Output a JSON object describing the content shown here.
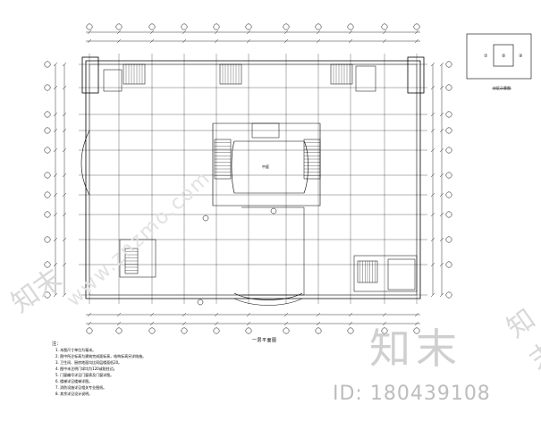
{
  "drawing": {
    "plan_title": "一层平面图",
    "center_label": "中庭",
    "notes_title": "注：",
    "notes": [
      "1. 本图尺寸单位为毫米。",
      "2. 图中所注标高为建筑完成面标高，结构标高另详结施。",
      "3. 卫生间、厨房地面均比同层楼面低20。",
      "4. 图中未注明门垛均为120或贴柱边。",
      "5. 门窗编号详见门窗表及门窗详图。",
      "6. 楼梯详见楼梯详图。",
      "7. 消防设施详见相关专业图纸。",
      "8. 其余详见设计说明。"
    ],
    "key_plan": {
      "labels": [
        "①",
        "②",
        "③"
      ],
      "caption": "分区示意图"
    }
  },
  "watermark": {
    "brand": "知末",
    "id_text": "ID: 180439108",
    "side_text": "知末",
    "diag_text": "www.znzmo.com"
  },
  "colors": {
    "line": "#000000",
    "background": "#ffffff",
    "watermark": "#c8c8c8"
  }
}
